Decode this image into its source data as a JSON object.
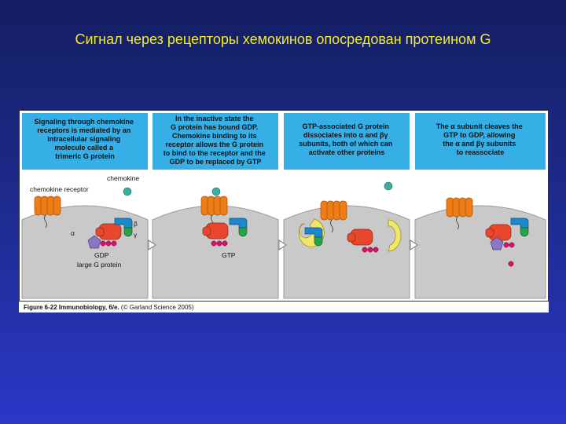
{
  "slide": {
    "title": "Сигнал через рецепторы хемокинов опосредован протеином G"
  },
  "figure": {
    "panels": [
      {
        "caption": [
          "Signaling through chemokine",
          "receptors is mediated by an",
          "intracellular signaling",
          "molecule called a",
          "trimeric G protein"
        ],
        "labels": {
          "chemokine": "chemokine",
          "receptor": "chemokine receptor",
          "alpha": "α",
          "beta": "β",
          "gamma": "γ",
          "gdp": "GDP",
          "protein": "large G protein"
        }
      },
      {
        "caption": [
          "In the inactive state the",
          "G protein has bound GDP.",
          "Chemokine binding to its",
          "receptor allows the G protein",
          "to bind to the receptor and the",
          "GDP to be replaced by GTP"
        ],
        "labels": {
          "gtp": "GTP"
        }
      },
      {
        "caption": [
          "GTP-associated G protein",
          "dissociates into α and βγ",
          "subunits, both of which can",
          "activate other proteins"
        ]
      },
      {
        "caption": [
          "The α subunit cleaves the",
          "GTP to GDP, allowing",
          "the α and βγ subunits",
          "to reassociate"
        ]
      }
    ],
    "credit": {
      "figure_no": "Figure 6-22",
      "book": "Immunobiology, 6/e.",
      "copyright": "(© Garland Science 2005)"
    }
  },
  "colors": {
    "caption_bg": "#36aee6",
    "membrane": "#c9c9c9",
    "receptor": "#ef7d16",
    "alpha_subunit": "#e8472e",
    "beta_subunit": "#1e88cf",
    "gamma_subunit": "#29a04a",
    "gdp": "#8a76c2",
    "phosphate": "#d4126a",
    "chemokine": "#38b0a0",
    "effector": "#f2e66a"
  }
}
